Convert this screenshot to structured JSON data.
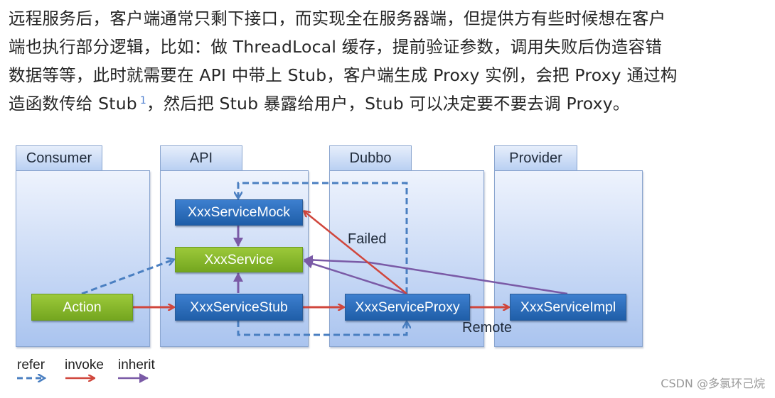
{
  "paragraph": {
    "lines": [
      "远程服务后，客户端通常只剩下接口，而实现全在服务器端，但提供方有些时候想在客户",
      "端也执行部分逻辑，比如：做 ThreadLocal 缓存，提前验证参数，调用失败后伪造容错",
      "数据等等，此时就需要在 API 中带上 Stub，客户端生成 Proxy 实例，会把 Proxy 通过构"
    ],
    "last_line_before": "造函数传给 Stub",
    "footnote": "1",
    "last_line_after": "，然后把 Stub 暴露给用户，Stub 可以决定要不要去调 Proxy。"
  },
  "diagram": {
    "packages": [
      {
        "id": "consumer",
        "label": "Consumer"
      },
      {
        "id": "api",
        "label": "API"
      },
      {
        "id": "dubbo",
        "label": "Dubbo"
      },
      {
        "id": "provider",
        "label": "Provider"
      }
    ],
    "nodes": {
      "mock": "XxxServiceMock",
      "service": "XxxService",
      "stub": "XxxServiceStub",
      "action": "Action",
      "proxy": "XxxServiceProxy",
      "impl": "XxxServiceImpl"
    },
    "edge_labels": {
      "failed": "Failed",
      "remote": "Remote"
    },
    "legend": [
      {
        "label": "refer",
        "style": "dashed",
        "color": "#4a7fc1"
      },
      {
        "label": "invoke",
        "style": "solid",
        "color": "#d0463c"
      },
      {
        "label": "inherit",
        "style": "solid",
        "color": "#7a5aa6"
      }
    ],
    "colors": {
      "refer": "#4a7fc1",
      "invoke": "#d0463c",
      "inherit": "#7a5aa6",
      "node_blue": "#2a6bbd",
      "node_green": "#8ab92e"
    }
  },
  "watermark": "CSDN @多氯环己烷"
}
